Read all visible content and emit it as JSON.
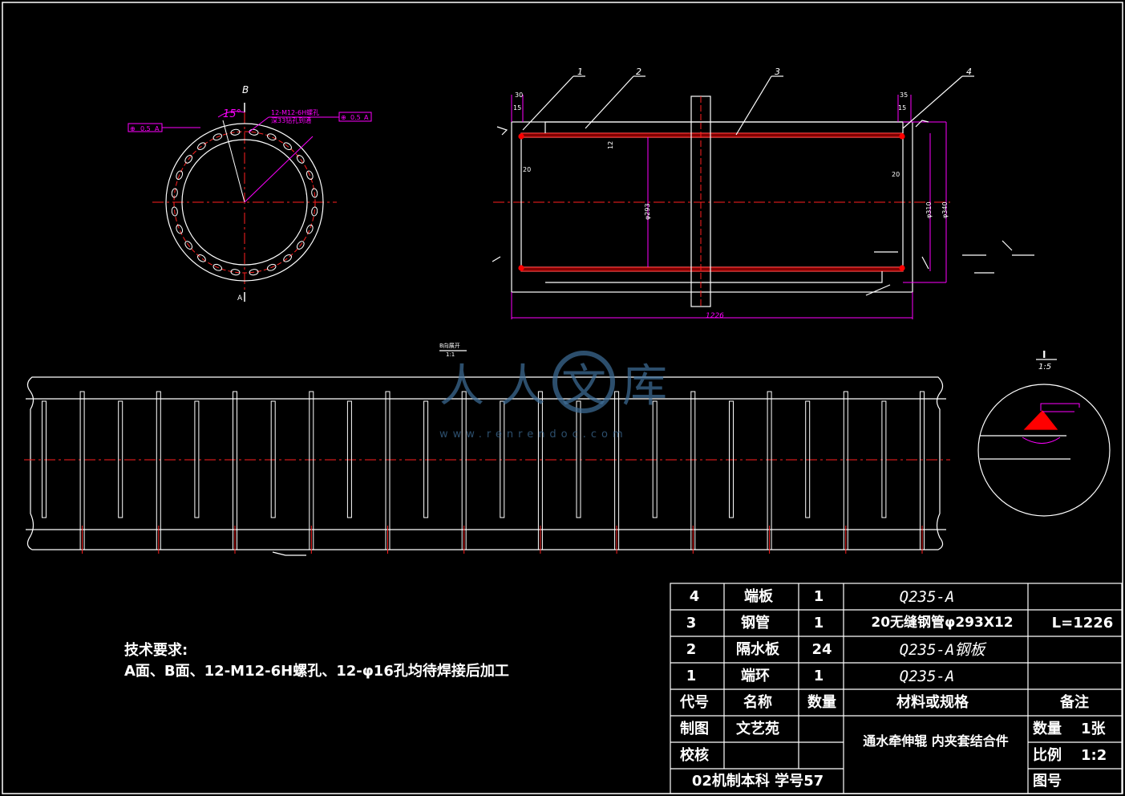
{
  "drawing": {
    "colors": {
      "line": "#ffffff",
      "centerline": "#ff2020",
      "dimension": "#ff00ff",
      "section": "#ff0000",
      "watermark": "#3f6f9a"
    },
    "end_view": {
      "view_label": "B",
      "angle_label": "15°",
      "hole_note_1": "12-M12-6H螺孔",
      "hole_note_2": "深33钻孔到通",
      "tolerance_left": [
        "⊕",
        "0.5",
        "A"
      ],
      "tolerance_right": [
        "⊕",
        "0.5",
        "A"
      ],
      "bottom_label": "A"
    },
    "section_view": {
      "balloons": [
        "1",
        "2",
        "3",
        "4"
      ],
      "dims": {
        "left_top": "30",
        "left_mid": "15",
        "left_wall": "20",
        "left_thick": "12",
        "inner_dia": "φ293",
        "right_top": "35",
        "right_mid": "15",
        "right_wall": "20",
        "right_dia1": "φ310",
        "right_dia2": "φ340",
        "length": "1226"
      }
    },
    "unrolled_view": {
      "title": "B向展开",
      "scale": "1:1",
      "fin_count": 24
    },
    "detail_view": {
      "label": "I",
      "scale": "1:5"
    },
    "watermark": {
      "text": "人人文库",
      "url": "www.renrendoc.com"
    }
  },
  "tech_requirements": {
    "title": "技术要求:",
    "line1": "A面、B面、12-M12-6H螺孔、12-φ16孔均待焊接后加工"
  },
  "title_block": {
    "parts": [
      {
        "code": "4",
        "name": "端板",
        "qty": "1",
        "material": "Q235-A",
        "note": ""
      },
      {
        "code": "3",
        "name": "钢管",
        "qty": "1",
        "material": "20无缝钢管φ293X12",
        "note": "L=1226"
      },
      {
        "code": "2",
        "name": "隔水板",
        "qty": "24",
        "material": "Q235-A钢板",
        "note": ""
      },
      {
        "code": "1",
        "name": "端环",
        "qty": "1",
        "material": "Q235-A",
        "note": ""
      }
    ],
    "headers": {
      "code": "代号",
      "name": "名称",
      "qty": "数量",
      "material": "材料或规格",
      "note": "备注"
    },
    "drawn_label": "制图",
    "drawn_by": "文艺苑",
    "checked_label": "校核",
    "drawing_title": "通水牵伸辊 内夹套结合件",
    "quantity_label": "数量",
    "quantity_value": "1张",
    "scale_label": "比例",
    "scale_value": "1:2",
    "class_info": "02机制本科 学号57",
    "drawing_no_label": "图号"
  }
}
